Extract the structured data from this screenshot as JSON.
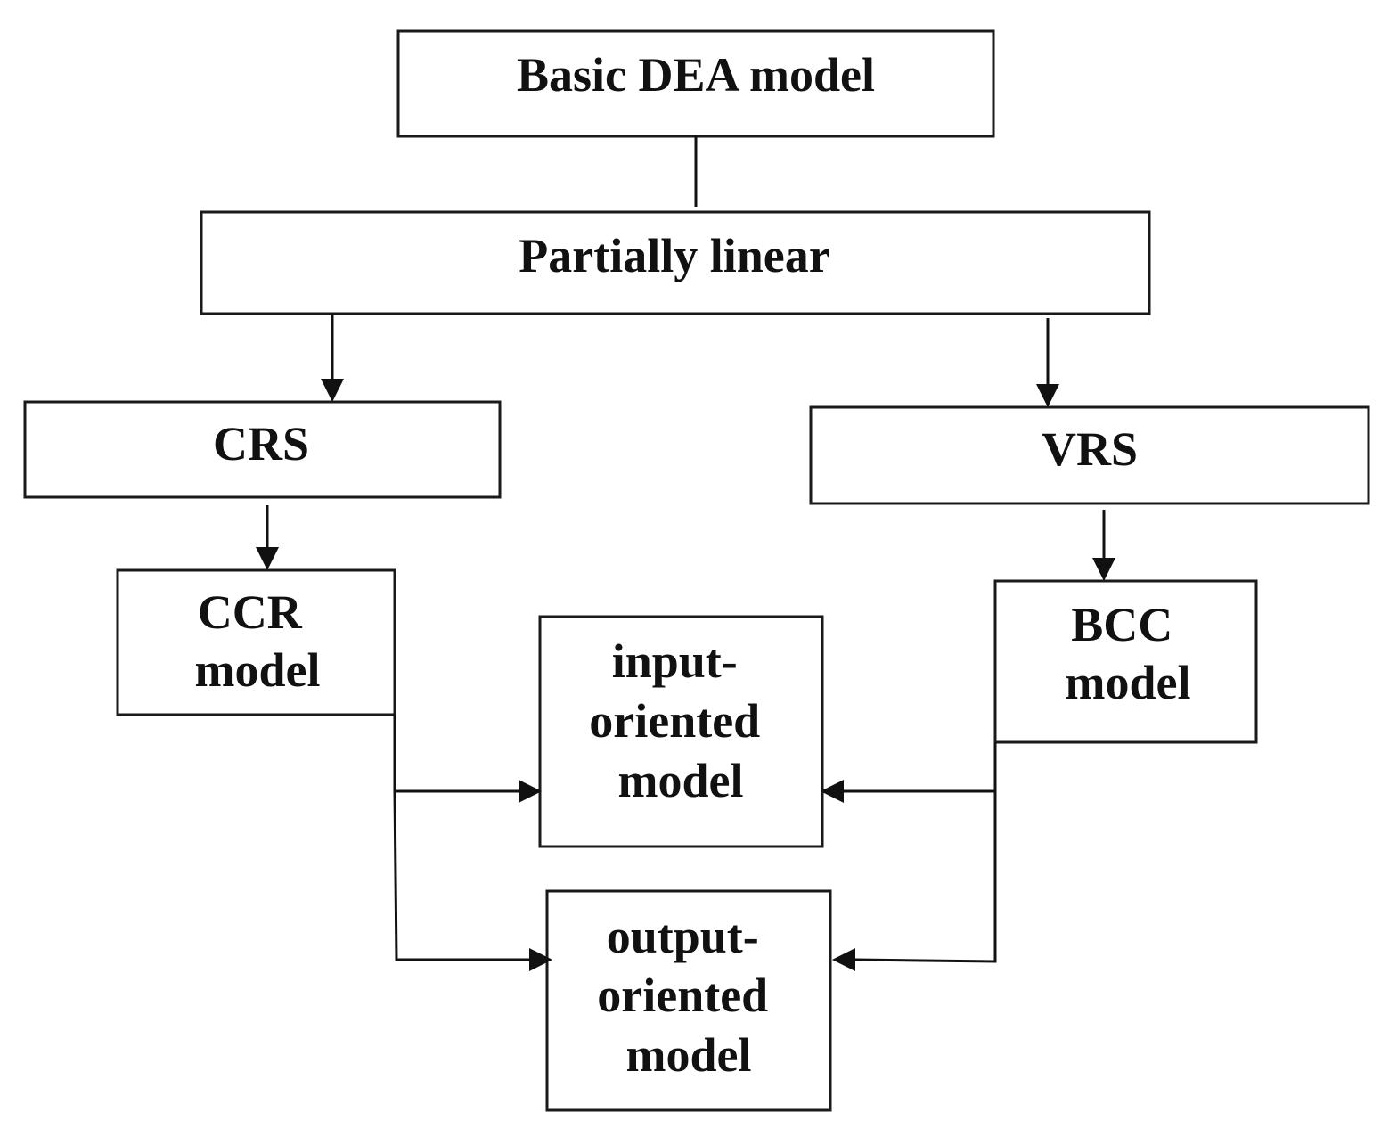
{
  "nodes": {
    "basic": [
      "Basic DEA model"
    ],
    "partial": [
      "Partially linear"
    ],
    "crs": [
      "CRS"
    ],
    "vrs": [
      "VRS"
    ],
    "ccr": [
      "CCR",
      "model"
    ],
    "bcc": [
      "BCC",
      "model"
    ],
    "input": [
      "input-",
      "oriented",
      "model"
    ],
    "output": [
      "output-",
      "oriented",
      "model"
    ]
  }
}
